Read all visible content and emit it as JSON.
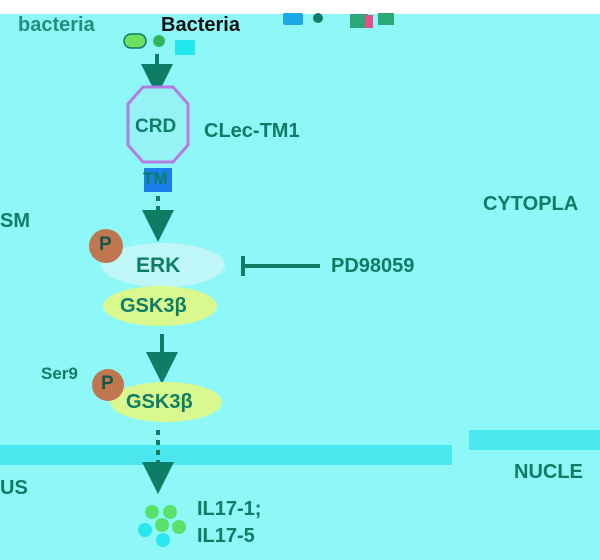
{
  "header": {
    "title": "Bacteria",
    "cutoff_text": "bacteria"
  },
  "receptor": {
    "name": "CLec-TM1",
    "domain_crd": "CRD",
    "domain_tm": "TM"
  },
  "compartments": {
    "cytoplasm_left": "SM",
    "cytoplasm_right": "CYTOPLA",
    "nucleus_left": "US",
    "nucleus_right": "NUCLE"
  },
  "signaling": {
    "phospho_symbol": "P",
    "erk": "ERK",
    "gsk_upper": "GSK3β",
    "inhibitor": "PD98059",
    "site": "Ser9",
    "gsk_lower": "GSK3β"
  },
  "products": {
    "line1": "IL17-1;",
    "line2": "IL17-5"
  },
  "colors": {
    "background": "#8ef7f7",
    "membrane_band": "#4be6ee",
    "arrow_green": "#0e7d66",
    "receptor_outline": "#b57ce0",
    "tm_block": "#1a7fe8",
    "phospho_brown": "#c0764f",
    "gsk_fill": "#d9f98f",
    "erk_fill": "#bff6f8",
    "particle_green": "#58e26a",
    "particle_cyan": "#29e6ef"
  }
}
